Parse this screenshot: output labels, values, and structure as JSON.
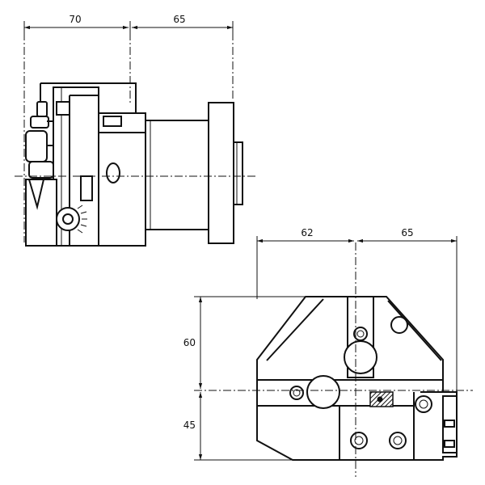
{
  "dimensions": {
    "side_view": {
      "left_width": "70",
      "right_width": "65"
    },
    "front_view": {
      "left_width": "62",
      "right_width": "65",
      "upper_height": "60",
      "lower_height": "45"
    }
  }
}
